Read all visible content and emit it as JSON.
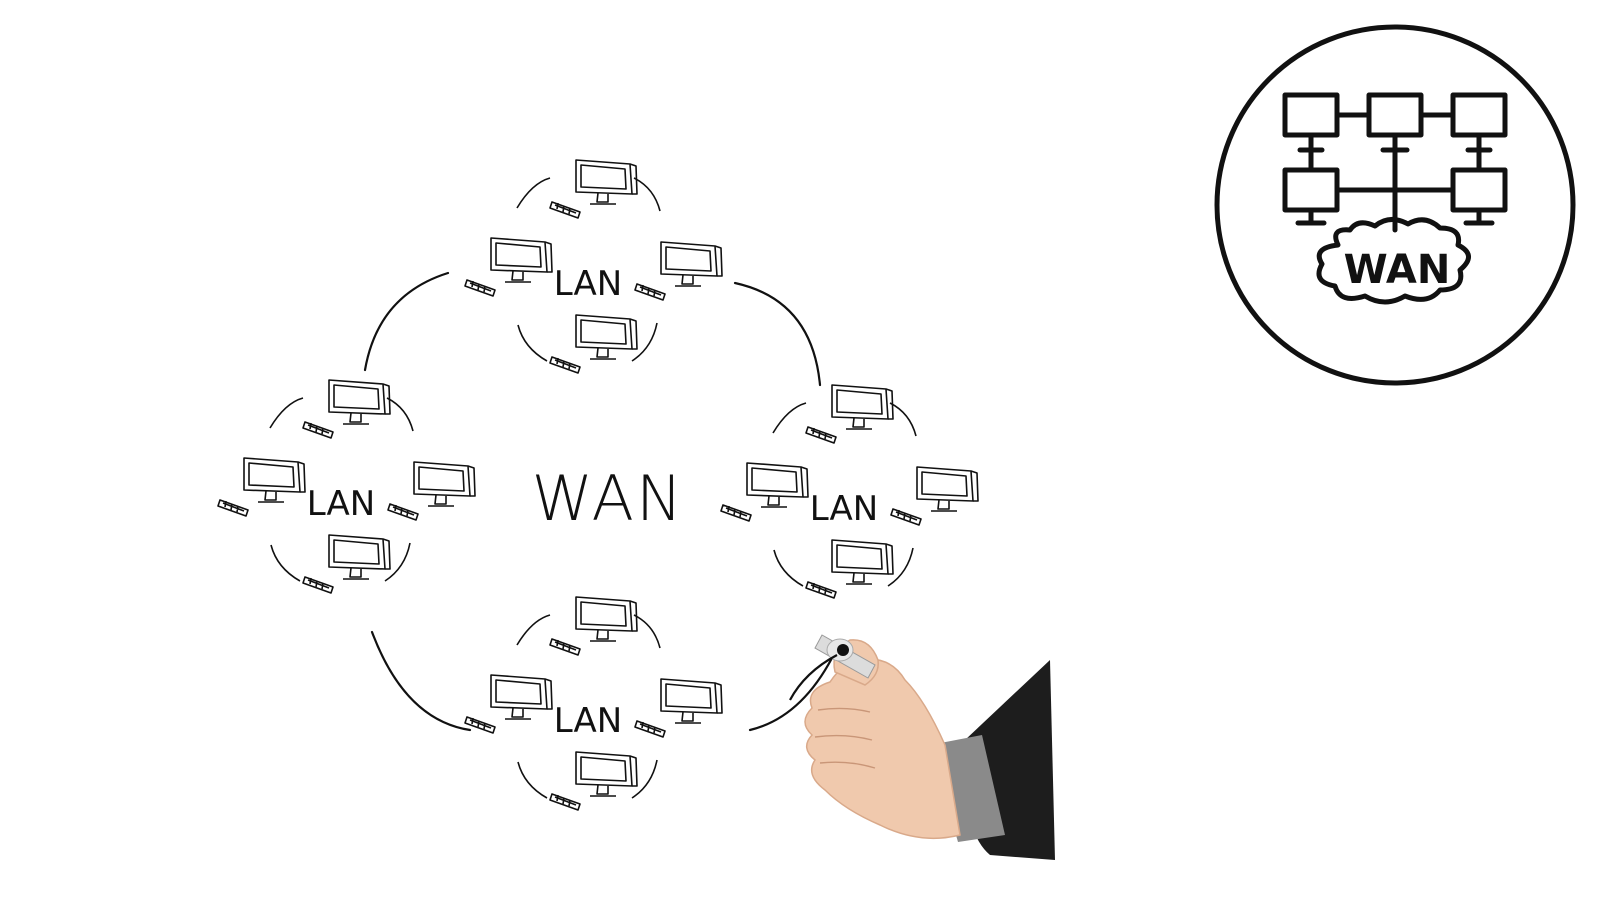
{
  "diagram": {
    "center_label": "WAN",
    "lan_label": "LAN",
    "lans": [
      {
        "id": "top"
      },
      {
        "id": "left"
      },
      {
        "id": "right"
      },
      {
        "id": "bottom"
      }
    ]
  },
  "icon": {
    "name": "wan-network-icon",
    "label": "WAN"
  },
  "colors": {
    "ink": "#111111",
    "background": "#ffffff",
    "skin": "#f0c9ad",
    "sleeve": "#1d1d1d",
    "cuff": "#8a8a8a"
  }
}
